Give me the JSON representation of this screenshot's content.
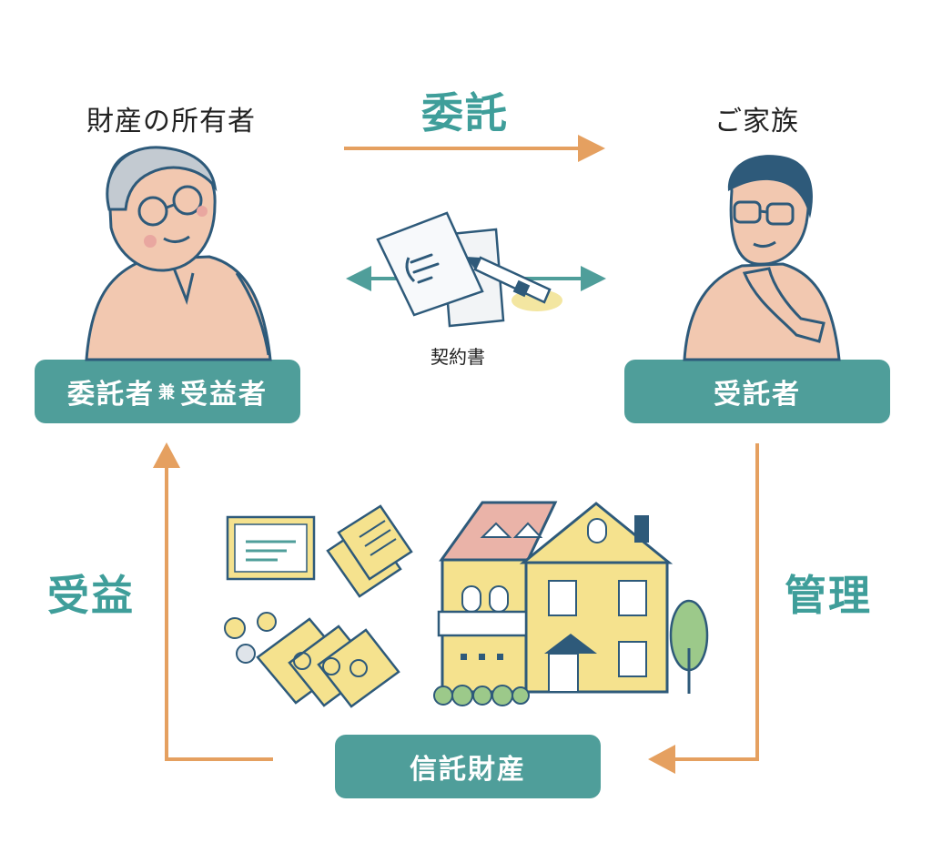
{
  "headings": {
    "owner": "財産の所有者",
    "family": "ご家族"
  },
  "flows": {
    "entrust": "委託",
    "benefit": "受益",
    "manage": "管理"
  },
  "roles": {
    "settlor_a": "委託者",
    "settlor_joiner": "兼",
    "settlor_b": "受益者",
    "trustee": "受託者",
    "trust_property": "信託財産"
  },
  "contract_label": "契約書",
  "colors": {
    "teal": "#4f9e9a",
    "teal_text": "#3f9e9a",
    "orange": "#e5a060",
    "skin": "#f2c8b0",
    "house_yellow": "#f5e28e",
    "roof_pink": "#eab3a8",
    "navy": "#2e5a7a"
  },
  "icons": [
    "elderly-man-icon",
    "family-man-icon",
    "contract-document-icon",
    "pen-icon",
    "certificate-icon",
    "banknotes-icon",
    "coins-icon",
    "house-icon",
    "tree-icon"
  ]
}
